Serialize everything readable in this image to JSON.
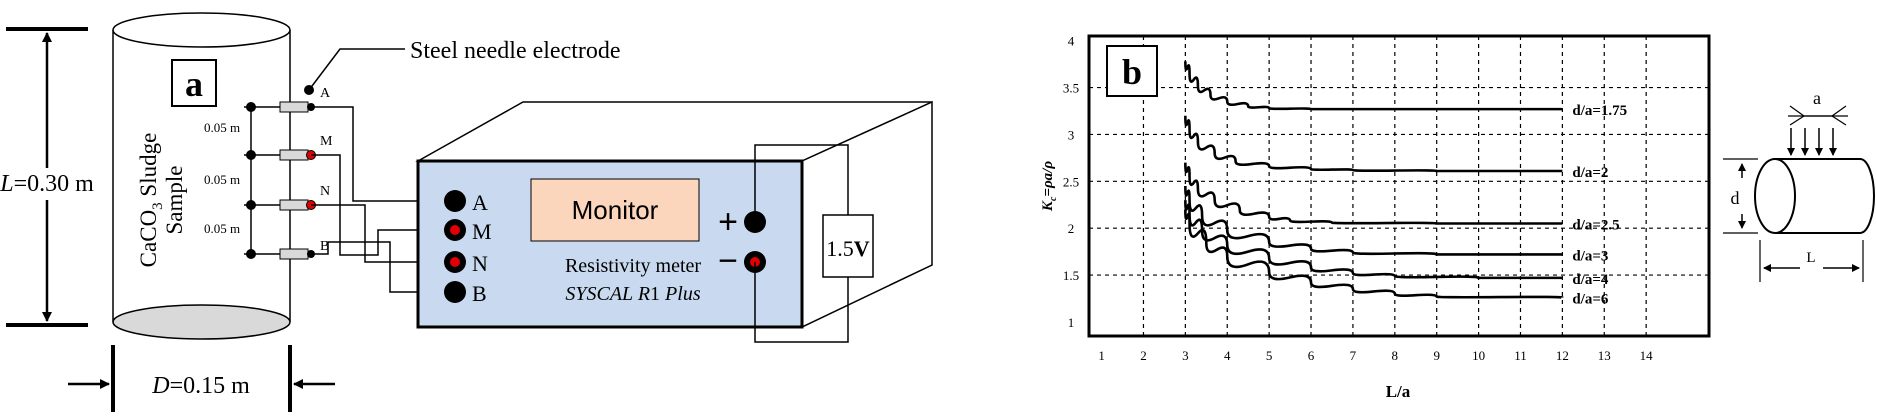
{
  "panel_a": {
    "label": "a",
    "sample": {
      "line1_prefix": "CaCO",
      "line1_sub": "3",
      "line1_suffix": " Sludge",
      "line2": "Sample"
    },
    "height_dim": {
      "var": "L",
      "value": "=0.30 m"
    },
    "diameter_dim": {
      "var": "D",
      "value": "=0.15 m"
    },
    "spacings": [
      "0.05 m",
      "0.05 m",
      "0.05 m"
    ],
    "electrode_callout": "Steel needle electrode",
    "electrodes": [
      "A",
      "M",
      "N",
      "B"
    ],
    "meter": {
      "monitor": "Monitor",
      "terminals": [
        "A",
        "M",
        "N",
        "B"
      ],
      "name": "Resistivity meter",
      "model_prefix": "SYSCAL R",
      "model_num": "1",
      "model_suffix": " Plus",
      "plus": "+",
      "minus": "−"
    },
    "battery": {
      "value": "1.5",
      "unit": "V"
    },
    "colors": {
      "meter_face": "#c9daf0",
      "monitor": "#fbd6bd",
      "red_terminal": "#e00000"
    }
  },
  "panel_b": {
    "label": "b",
    "chart_data": {
      "type": "line",
      "xlabel": "L/a",
      "ylabel_main": "K",
      "ylabel_sub": "c",
      "ylabel_rest": "=ρa/ρ",
      "xlim": [
        0.7,
        15.5
      ],
      "ylim": [
        0.85,
        4.05
      ],
      "x_ticks": [
        "1",
        "2",
        "3",
        "4",
        "5",
        "6",
        "7",
        "8",
        "9",
        "10",
        "11",
        "12",
        "13",
        "14"
      ],
      "y_ticks": [
        "1",
        "1.5",
        "2",
        "2.5",
        "3",
        "3.5",
        "4"
      ],
      "grid": true,
      "series": [
        {
          "name": "d/a=1.75",
          "points": [
            [
              3.0,
              3.78
            ],
            [
              3.1,
              3.65
            ],
            [
              3.3,
              3.52
            ],
            [
              3.6,
              3.42
            ],
            [
              4.0,
              3.35
            ],
            [
              4.5,
              3.3
            ],
            [
              5.0,
              3.28
            ],
            [
              6,
              3.27
            ],
            [
              8,
              3.27
            ],
            [
              10,
              3.27
            ],
            [
              12,
              3.27
            ]
          ]
        },
        {
          "name": "d/a=2",
          "points": [
            [
              3.0,
              3.2
            ],
            [
              3.1,
              3.05
            ],
            [
              3.3,
              2.92
            ],
            [
              3.7,
              2.8
            ],
            [
              4.2,
              2.71
            ],
            [
              5.0,
              2.66
            ],
            [
              6.0,
              2.63
            ],
            [
              7.0,
              2.62
            ],
            [
              9,
              2.61
            ],
            [
              12,
              2.61
            ]
          ]
        },
        {
          "name": "d/a=2.5",
          "points": [
            [
              3.0,
              2.7
            ],
            [
              3.1,
              2.55
            ],
            [
              3.3,
              2.42
            ],
            [
              3.7,
              2.3
            ],
            [
              4.3,
              2.19
            ],
            [
              5.0,
              2.12
            ],
            [
              5.5,
              2.08
            ],
            [
              6.5,
              2.06
            ],
            [
              9,
              2.05
            ],
            [
              12,
              2.05
            ]
          ]
        },
        {
          "name": "d/a=3",
          "points": [
            [
              3.0,
              2.45
            ],
            [
              3.1,
              2.3
            ],
            [
              3.4,
              2.13
            ],
            [
              4.0,
              1.98
            ],
            [
              5.0,
              1.85
            ],
            [
              6.0,
              1.78
            ],
            [
              7.0,
              1.74
            ],
            [
              9,
              1.72
            ],
            [
              12,
              1.72
            ]
          ]
        },
        {
          "name": "d/a=4",
          "points": [
            [
              3.0,
              2.3
            ],
            [
              3.1,
              2.15
            ],
            [
              3.4,
              1.97
            ],
            [
              4.0,
              1.82
            ],
            [
              5.0,
              1.68
            ],
            [
              6.0,
              1.58
            ],
            [
              7.0,
              1.52
            ],
            [
              8.0,
              1.49
            ],
            [
              10,
              1.47
            ],
            [
              12,
              1.47
            ]
          ]
        },
        {
          "name": "d/a=6",
          "points": [
            [
              3.0,
              2.2
            ],
            [
              3.1,
              2.05
            ],
            [
              3.5,
              1.84
            ],
            [
              4.0,
              1.7
            ],
            [
              5.0,
              1.53
            ],
            [
              6.0,
              1.42
            ],
            [
              7.0,
              1.35
            ],
            [
              8.0,
              1.3
            ],
            [
              9.0,
              1.27
            ],
            [
              12,
              1.26
            ]
          ]
        }
      ]
    },
    "inset": {
      "a": "a",
      "d": "d",
      "L": "L"
    }
  }
}
